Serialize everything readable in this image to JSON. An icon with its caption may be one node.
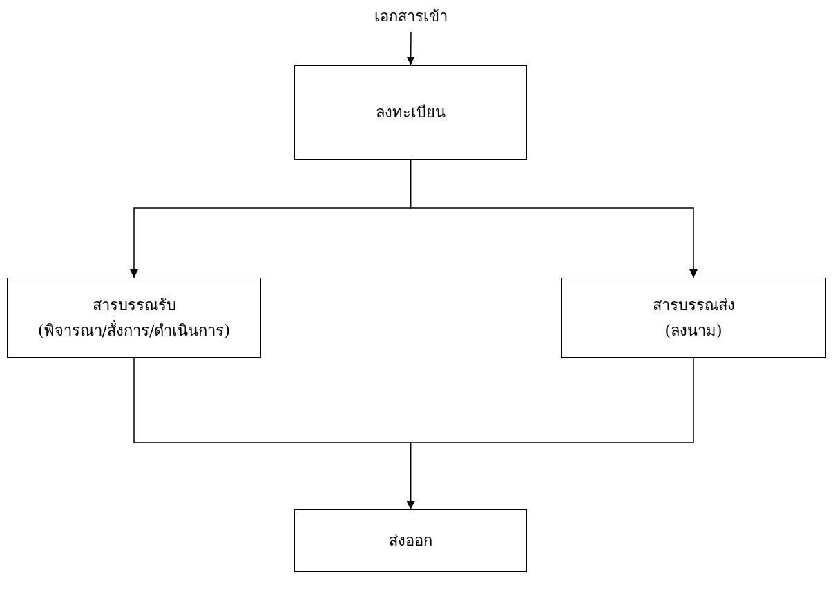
{
  "diagram": {
    "nodes": [
      {
        "text": [
          "เอกสารเข้า"
        ]
      },
      {
        "text": [
          "ลงทะเบียน"
        ]
      },
      {
        "text": [
          "สารบรรณรับ",
          "(พิจารณา/สั่งการ/ดำเนินการ)"
        ]
      },
      {
        "text": [
          "สารบรรณส่ง",
          "(ลงนาม)"
        ]
      },
      {
        "text": [
          "ส่งออก"
        ]
      }
    ],
    "edges": [
      {
        "from": 0,
        "to": 1,
        "arrow": "to"
      },
      {
        "from": 1,
        "to": 2,
        "arrow": "to"
      },
      {
        "from": 1,
        "to": 3,
        "arrow": "to"
      },
      {
        "from": 2,
        "to": 4,
        "arrow": "to"
      },
      {
        "from": 3,
        "to": 4,
        "arrow": "to"
      }
    ]
  }
}
